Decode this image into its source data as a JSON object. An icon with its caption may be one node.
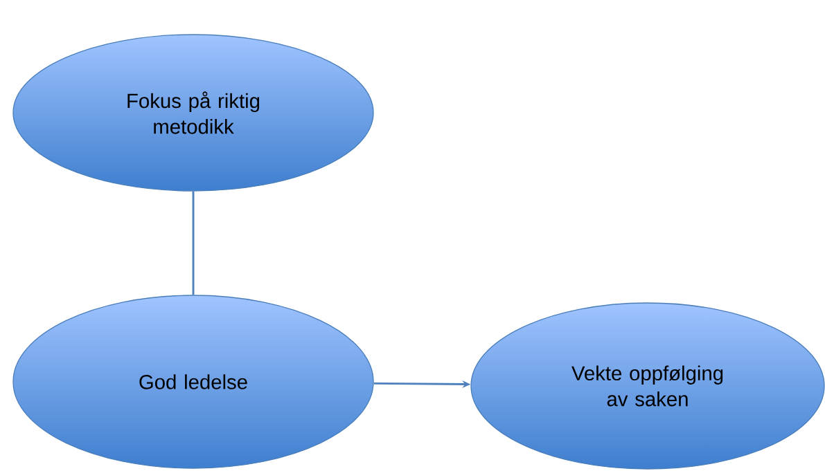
{
  "diagram": {
    "nodes": [
      {
        "text": [
          "Fokus på riktig metodikk"
        ]
      },
      {
        "text": [
          "God ledelse"
        ]
      },
      {
        "text": [
          "Vekte oppfølging av saken"
        ]
      }
    ],
    "edges": [
      {
        "from": 0,
        "to": 1,
        "arrow": "none"
      },
      {
        "from": 1,
        "to": 2,
        "arrow": "to"
      }
    ]
  }
}
